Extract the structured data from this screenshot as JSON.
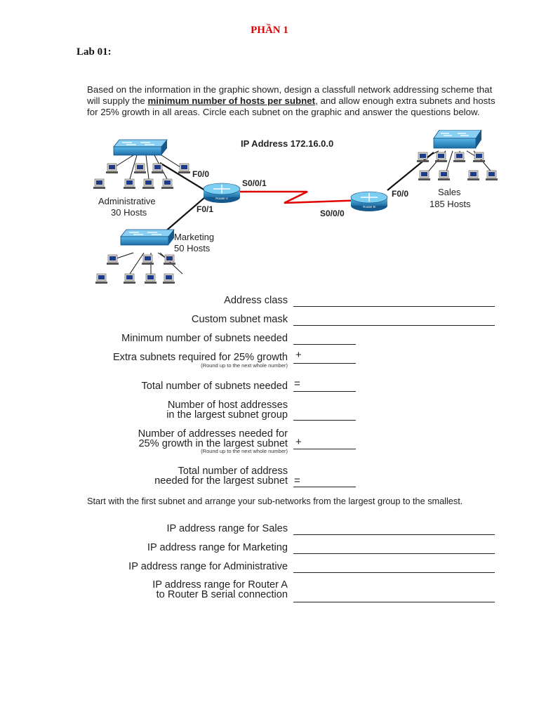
{
  "header": {
    "title": "PHẦN 1",
    "lab": "Lab 01:"
  },
  "intro": {
    "part1": "Based on the information in the graphic shown, design a classfull network addressing scheme that will supply the ",
    "highlight": "minimum number of hosts per subnet",
    "part2": ", and allow enough extra subnets and hosts for 25% growth in all areas.  Circle each subnet on the graphic and answer the questions below."
  },
  "diagram": {
    "ip_title": "IP Address 172.16.0.0",
    "router_a": "Router A",
    "router_b": "Router B",
    "admin_name": "Administrative",
    "admin_hosts": "30 Hosts",
    "marketing_name": "Marketing",
    "marketing_hosts": "50 Hosts",
    "sales_name": "Sales",
    "sales_hosts": "185 Hosts",
    "f00_a": "F0/0",
    "f01_a": "F0/1",
    "s001": "S0/0/1",
    "s000": "S0/0/0",
    "f00_b": "F0/0"
  },
  "questions": {
    "address_class": "Address class",
    "custom_mask": "Custom subnet mask",
    "min_subnets": "Minimum number of subnets needed",
    "extra_subnets": "Extra subnets required for 25% growth",
    "round_note": "(Round up to the next whole number)",
    "total_subnets": "Total number of subnets needed",
    "host_addr_1": "Number of host addresses",
    "host_addr_2": "in the largest subnet group",
    "addr_growth_1": "Number of addresses needed for",
    "addr_growth_2": "25% growth in the largest subnet",
    "round_note2": "(Round up to the next whole number)",
    "total_addr_1": "Total number of address",
    "total_addr_2": "needed for the largest subnet",
    "plus": "+",
    "equals": "="
  },
  "start_text": "Start with the first subnet and arrange your sub-networks from the largest group to the smallest.",
  "ranges": {
    "sales": "IP address range for Sales",
    "marketing": "IP address range for Marketing",
    "admin": "IP address range for Administrative",
    "router_1": "IP address range for Router A",
    "router_2": "to Router B serial connection"
  }
}
